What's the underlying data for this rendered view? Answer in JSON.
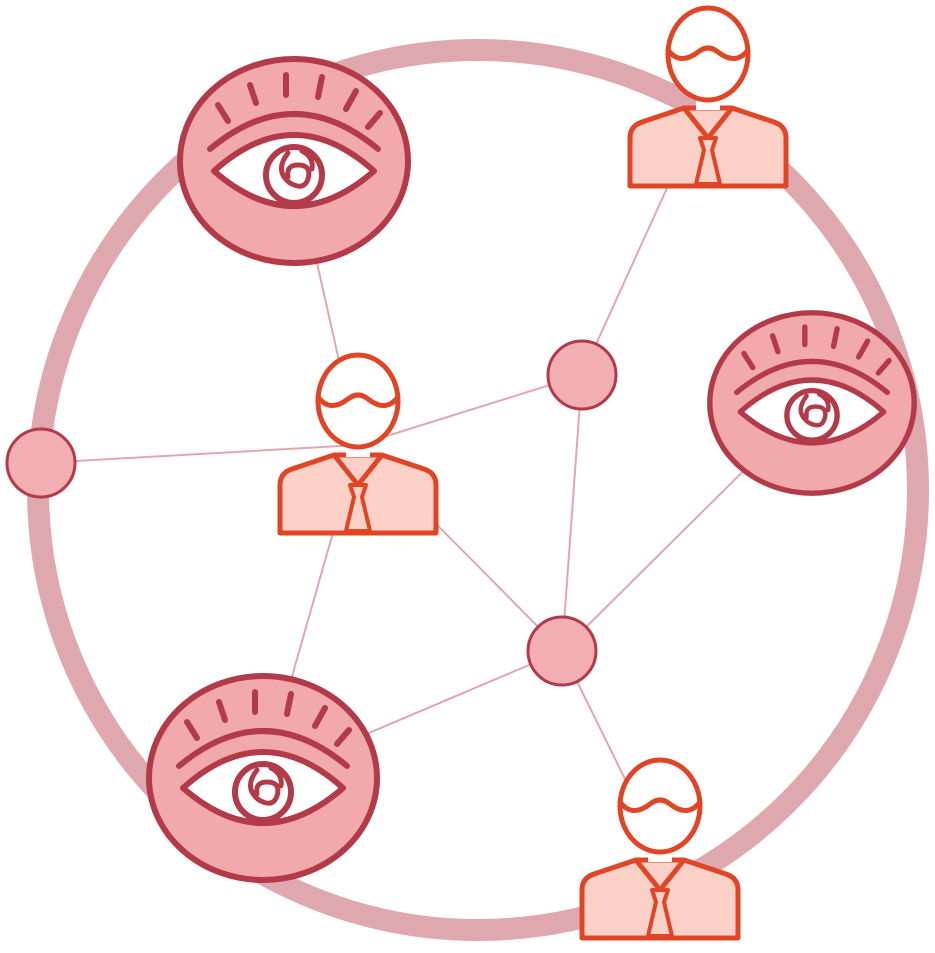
{
  "colors": {
    "ring": "#dfa8ae",
    "edge": "#dfa8ae",
    "eye_fill": "#f2a9ab",
    "eye_stroke": "#b33a48",
    "eye_inner": "#ffffff",
    "person_stroke": "#e04525",
    "person_body": "#fbd0c6",
    "person_head": "#ffffff",
    "node_fill": "#f2aeb2",
    "node_stroke": "#b33a48"
  },
  "icons": {
    "ring": "network-ring",
    "eye": "eye-icon",
    "person": "person-icon",
    "node": "network-node"
  },
  "nodes": [
    {
      "id": "eye-top-left",
      "kind": "eye"
    },
    {
      "id": "eye-right",
      "kind": "eye"
    },
    {
      "id": "eye-bottom-left",
      "kind": "eye"
    },
    {
      "id": "person-top-right",
      "kind": "person"
    },
    {
      "id": "person-center",
      "kind": "person"
    },
    {
      "id": "person-bottom-right",
      "kind": "person"
    },
    {
      "id": "node-left",
      "kind": "node"
    },
    {
      "id": "node-center-upper",
      "kind": "node"
    },
    {
      "id": "node-center-lower",
      "kind": "node"
    }
  ],
  "edges": [
    [
      "eye-top-left",
      "person-center"
    ],
    [
      "person-center",
      "node-center-upper"
    ],
    [
      "node-center-upper",
      "person-top-right"
    ],
    [
      "node-left",
      "person-center"
    ],
    [
      "person-center",
      "eye-bottom-left"
    ],
    [
      "person-center",
      "node-center-lower"
    ],
    [
      "node-center-upper",
      "node-center-lower"
    ],
    [
      "node-center-lower",
      "eye-right"
    ],
    [
      "node-center-lower",
      "eye-bottom-left"
    ],
    [
      "node-center-lower",
      "person-bottom-right"
    ]
  ]
}
